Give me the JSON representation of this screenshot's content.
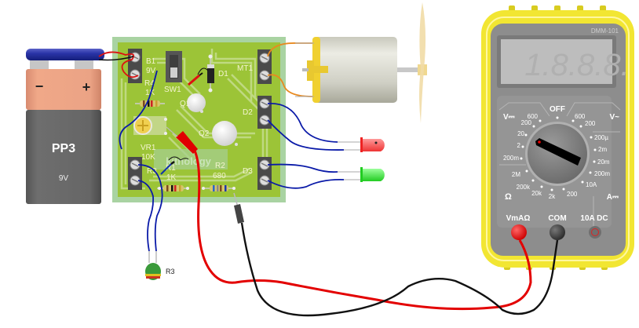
{
  "battery": {
    "label": "PP3",
    "voltage": "9V",
    "minus": "−",
    "plus": "+"
  },
  "pcb": {
    "components": {
      "b1": "B1",
      "b1_value": "9V",
      "r4": "R4",
      "r4_value": "1K",
      "sw1": "SW1",
      "d1": "D1",
      "q1": "Q1",
      "q2": "Q2",
      "mt1": "MT1",
      "d2": "D2",
      "d3": "D3",
      "vr1": "VR1",
      "vr1_value": "10K",
      "r3": "R3",
      "r1": "R1",
      "r1_value": "1K",
      "r2": "R2",
      "r2_value": "680"
    }
  },
  "external": {
    "thermistor_label": "R3",
    "led_red_color": "#ff3b3b",
    "led_green_color": "#33dd33"
  },
  "multimeter": {
    "model": "DMM-101",
    "display": "1.8.8.8.",
    "off_label": "OFF",
    "sections": {
      "dcv": "V⎓",
      "acv": "V~",
      "ohm": "Ω",
      "dca": "A⎓"
    },
    "dcv_ranges": [
      "600",
      "200",
      "20",
      "2",
      "200m"
    ],
    "acv_ranges": [
      "600",
      "200"
    ],
    "dca_ranges": [
      "200µ",
      "2m",
      "20m",
      "200m",
      "10A"
    ],
    "ohm_ranges": [
      "2M",
      "200k",
      "20k",
      "2k",
      "200"
    ],
    "selected_range": "200 V⎓ (pointer at 2–20 V⎓ region)",
    "jacks": {
      "vmaohm": "VmAΩ",
      "com": "COM",
      "a10": "10A DC"
    },
    "colors": {
      "body": "#f2e632",
      "panel": "#8a8a8a",
      "red_probe": "#e50000",
      "black_probe": "#000000"
    }
  }
}
